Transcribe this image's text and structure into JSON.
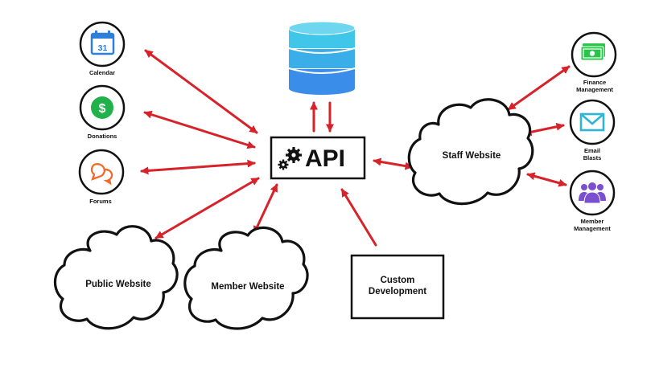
{
  "colors": {
    "arrow": "#d8222a",
    "outline": "#111111",
    "calendar": "#2d7fd9",
    "donations": "#20b14a",
    "forums": "#f26a2a",
    "finance": "#29c44a",
    "email": "#2bb5d6",
    "member": "#7a4fd0",
    "database_top": "#3fc6e8",
    "database_bottom": "#3a8de8"
  },
  "hub": {
    "label": "API",
    "icon": "gears-icon"
  },
  "database": {
    "icon": "database-icon"
  },
  "integrations": [
    {
      "id": "calendar",
      "label": "Calendar",
      "icon": "calendar-icon",
      "icon_text": "31"
    },
    {
      "id": "donations",
      "label": "Donations",
      "icon": "dollar-coin-icon",
      "icon_text": "$"
    },
    {
      "id": "forums",
      "label": "Forums",
      "icon": "chat-bubbles-icon"
    }
  ],
  "websites": [
    {
      "id": "public",
      "label": "Public Website"
    },
    {
      "id": "member",
      "label": "Member Website"
    },
    {
      "id": "staff",
      "label": "Staff Website"
    }
  ],
  "custom": {
    "line1": "Custom",
    "line2": "Development"
  },
  "staff_tools": [
    {
      "id": "finance",
      "line1": "Finance",
      "line2": "Management",
      "icon": "money-icon"
    },
    {
      "id": "email",
      "line1": "Email",
      "line2": "Blasts",
      "icon": "envelope-icon"
    },
    {
      "id": "member",
      "line1": "Member",
      "line2": "Management",
      "icon": "users-icon"
    }
  ]
}
